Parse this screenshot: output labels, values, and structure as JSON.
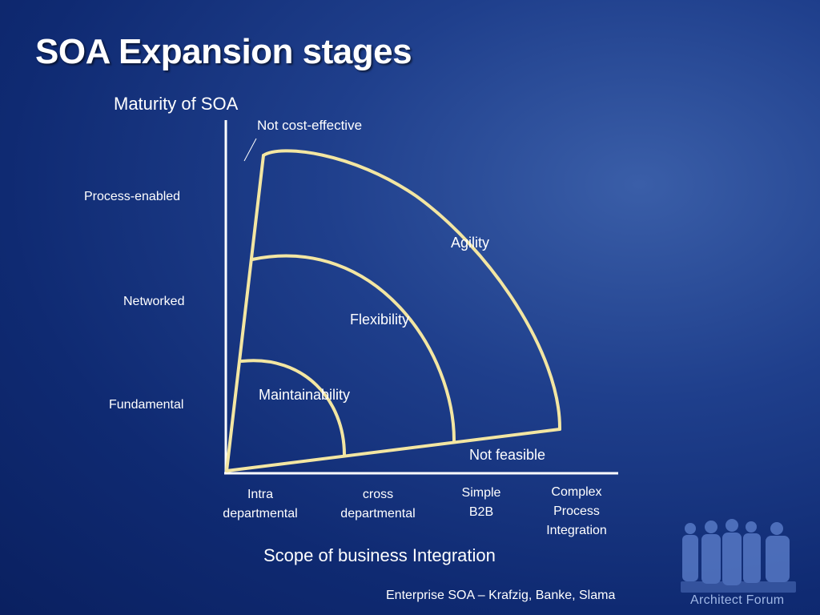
{
  "slide": {
    "title": "SOA Expansion stages",
    "footer_credit": "Enterprise SOA – Krafzig, Banke, Slama",
    "logo_text": "Architect Forum"
  },
  "diagram": {
    "y_axis_title": "Maturity of SOA",
    "x_axis_title": "Scope of business Integration",
    "y_levels": [
      "Process-enabled",
      "Networked",
      "Fundamental"
    ],
    "x_levels": [
      [
        "Intra",
        "departmental"
      ],
      [
        "cross",
        "departmental"
      ],
      [
        "Simple",
        "B2B"
      ],
      [
        "Complex",
        "Process",
        "Integration"
      ]
    ],
    "regions": [
      "Maintainability",
      "Flexibility",
      "Agility"
    ],
    "boundary_labels": {
      "top": "Not cost-effective",
      "bottom": "Not feasible"
    }
  },
  "colors": {
    "background": "#0f2a72",
    "curve": "#f3e6a2",
    "axis": "#ffffff",
    "text": "#ffffff",
    "logo": "#7f9fe0"
  }
}
